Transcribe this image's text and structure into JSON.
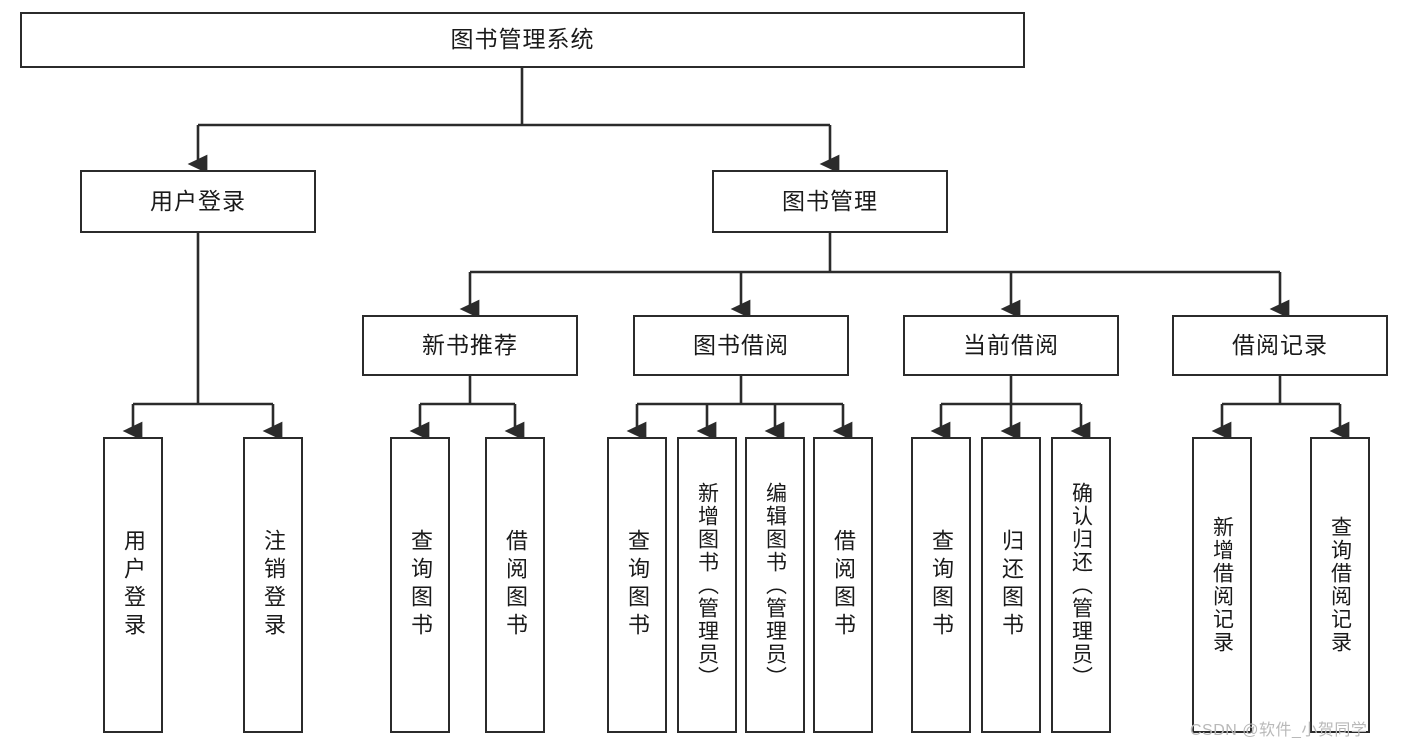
{
  "diagram": {
    "title": "图书管理系统",
    "type": "tree-hierarchy-chart",
    "watermark": "CSDN @软件_小贺同学",
    "colors": {
      "stroke": "#2b2b2b",
      "fill": "#ffffff",
      "text": "#1a1a1a",
      "watermark": "#b9b9b9"
    },
    "nodes": {
      "root": {
        "label": "图书管理系统"
      },
      "level1": [
        {
          "id": "user-login",
          "label": "用户登录"
        },
        {
          "id": "book-manage",
          "label": "图书管理"
        }
      ],
      "level2": [
        {
          "id": "new-book-rec",
          "label": "新书推荐"
        },
        {
          "id": "book-borrow",
          "label": "图书借阅"
        },
        {
          "id": "current-borrow",
          "label": "当前借阅"
        },
        {
          "id": "borrow-record",
          "label": "借阅记录"
        }
      ],
      "leaves": [
        {
          "id": "leaf-user-login",
          "label": "用户登录",
          "parent": "user-login"
        },
        {
          "id": "leaf-logout",
          "label": "注销登录",
          "parent": "user-login"
        },
        {
          "id": "leaf-query-book-1",
          "label": "查询图书",
          "parent": "new-book-rec"
        },
        {
          "id": "leaf-borrow-book-1",
          "label": "借阅图书",
          "parent": "new-book-rec"
        },
        {
          "id": "leaf-query-book-2",
          "label": "查询图书",
          "parent": "book-borrow"
        },
        {
          "id": "leaf-add-book",
          "label": "新增图书（管理员）",
          "parent": "book-borrow"
        },
        {
          "id": "leaf-edit-book",
          "label": "编辑图书（管理员）",
          "parent": "book-borrow"
        },
        {
          "id": "leaf-borrow-book-2",
          "label": "借阅图书",
          "parent": "book-borrow"
        },
        {
          "id": "leaf-query-book-3",
          "label": "查询图书",
          "parent": "current-borrow"
        },
        {
          "id": "leaf-return-book",
          "label": "归还图书",
          "parent": "current-borrow"
        },
        {
          "id": "leaf-confirm-return",
          "label": "确认归还（管理员）",
          "parent": "current-borrow"
        },
        {
          "id": "leaf-add-record",
          "label": "新增借阅记录",
          "parent": "borrow-record"
        },
        {
          "id": "leaf-query-record",
          "label": "查询借阅记录",
          "parent": "borrow-record"
        }
      ]
    }
  }
}
